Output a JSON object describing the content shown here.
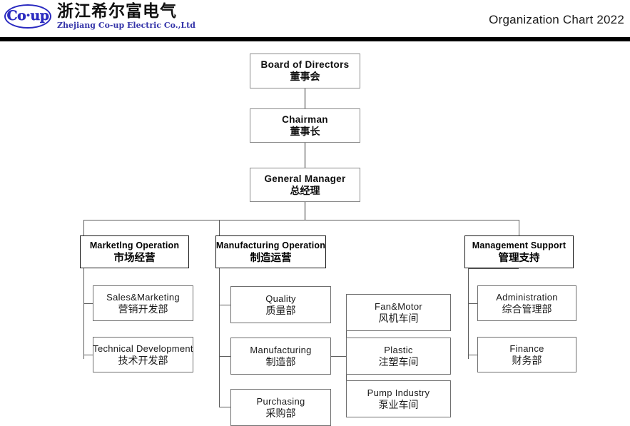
{
  "header": {
    "logo": {
      "mark_text": "Co·up",
      "company_cn": "浙江希尔富电气",
      "company_en": "Zhejiang Co-up Electric Co.,Ltd"
    },
    "doc_title": "Organization Chart 2022"
  },
  "chart": {
    "nodes": {
      "board": {
        "en": "Board of Directors",
        "cn": "董事会"
      },
      "chairman": {
        "en": "Chairman",
        "cn": "董事长"
      },
      "gm": {
        "en": "General Manager",
        "cn": "总经理"
      },
      "marketing": {
        "en": "Marketlng Operation",
        "cn": "市场经营"
      },
      "manufacturing": {
        "en": "Manufacturing  Operation",
        "cn": "制造运营"
      },
      "management": {
        "en": "Management Support",
        "cn": "管理支持"
      },
      "sales": {
        "en": "Sales&Marketing",
        "cn": "营销开发部"
      },
      "techdev": {
        "en": "Technical Development",
        "cn": "技术开发部"
      },
      "quality": {
        "en": "Quality",
        "cn": "质量部"
      },
      "mfg_dept": {
        "en": "Manufacturing",
        "cn": "制造部"
      },
      "purchasing": {
        "en": "Purchasing",
        "cn": "采购部"
      },
      "fanmotor": {
        "en": "Fan&Motor",
        "cn": "风机车间"
      },
      "plastic": {
        "en": "Plastic",
        "cn": "注塑车间"
      },
      "pump": {
        "en": "Pump Industry",
        "cn": "泵业车间"
      },
      "admin": {
        "en": "Administration",
        "cn": "综合管理部"
      },
      "finance": {
        "en": "Finance",
        "cn": "财务部"
      }
    }
  },
  "colors": {
    "rule": "#000000",
    "logo_blue": "#2a2ac0",
    "logo_text_blue": "#3333a8",
    "division_border": "#1a1a1a",
    "dept_border": "#6f6f6f",
    "top_border": "#8a8a8a",
    "connector": "#2b2b2b"
  }
}
